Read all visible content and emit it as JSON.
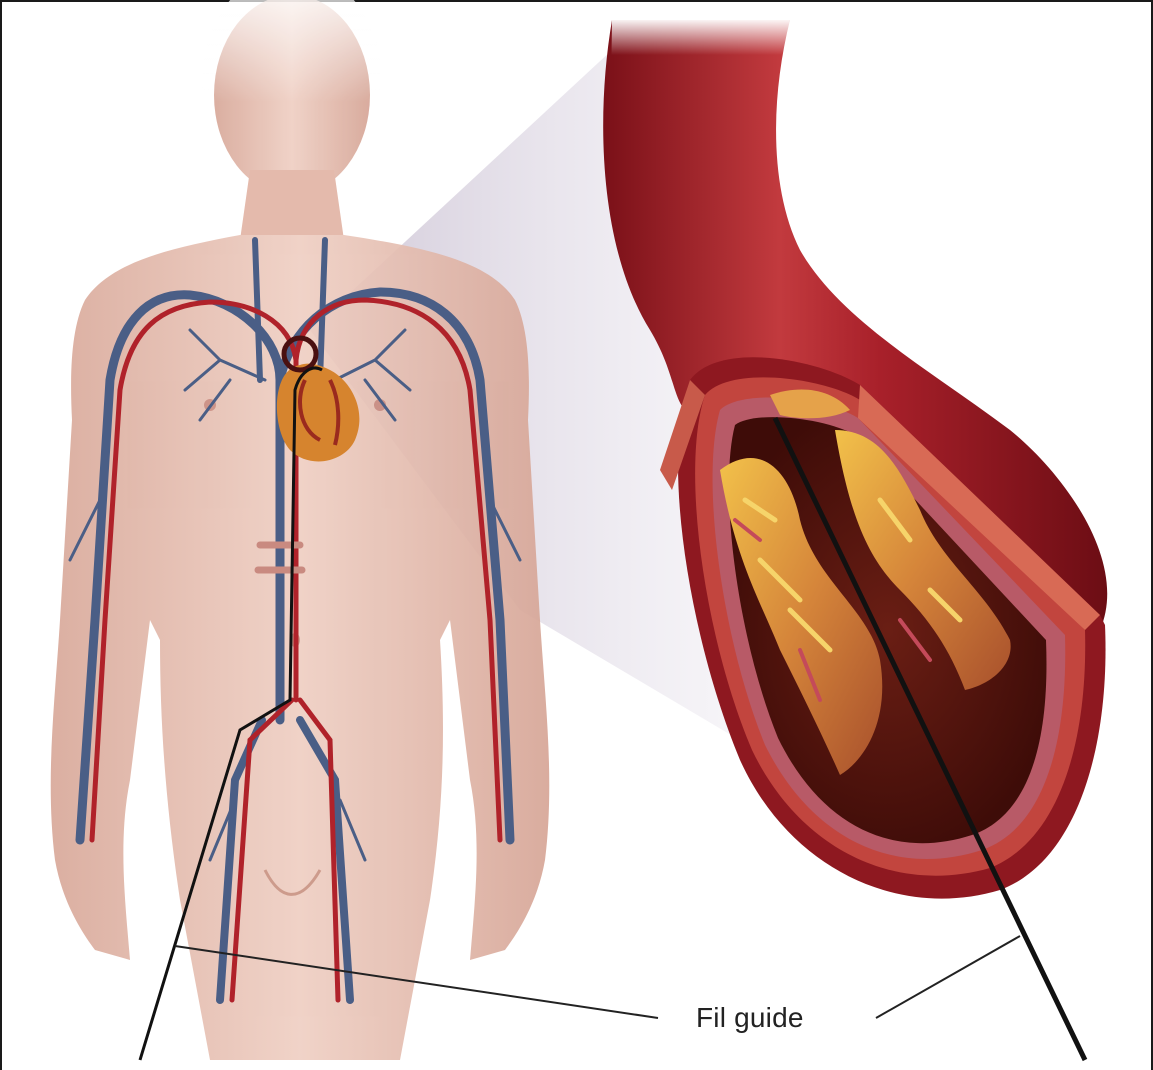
{
  "label": "Fil guide",
  "colors": {
    "skin": "#e9c3b6",
    "skin_shade": "#d9a697",
    "artery": "#b0222a",
    "vein": "#4a5e86",
    "vessel_outer": "#9f1a22",
    "vessel_dark": "#6d0e14",
    "plaque": "#e8a23a",
    "lumen": "#8a2a1c",
    "magnifier": "#b9aec4",
    "wire": "#111111"
  },
  "icons": {
    "human-body": "human-body-figure",
    "heart": "heart-icon",
    "vessel": "blood-vessel-cross-section"
  }
}
